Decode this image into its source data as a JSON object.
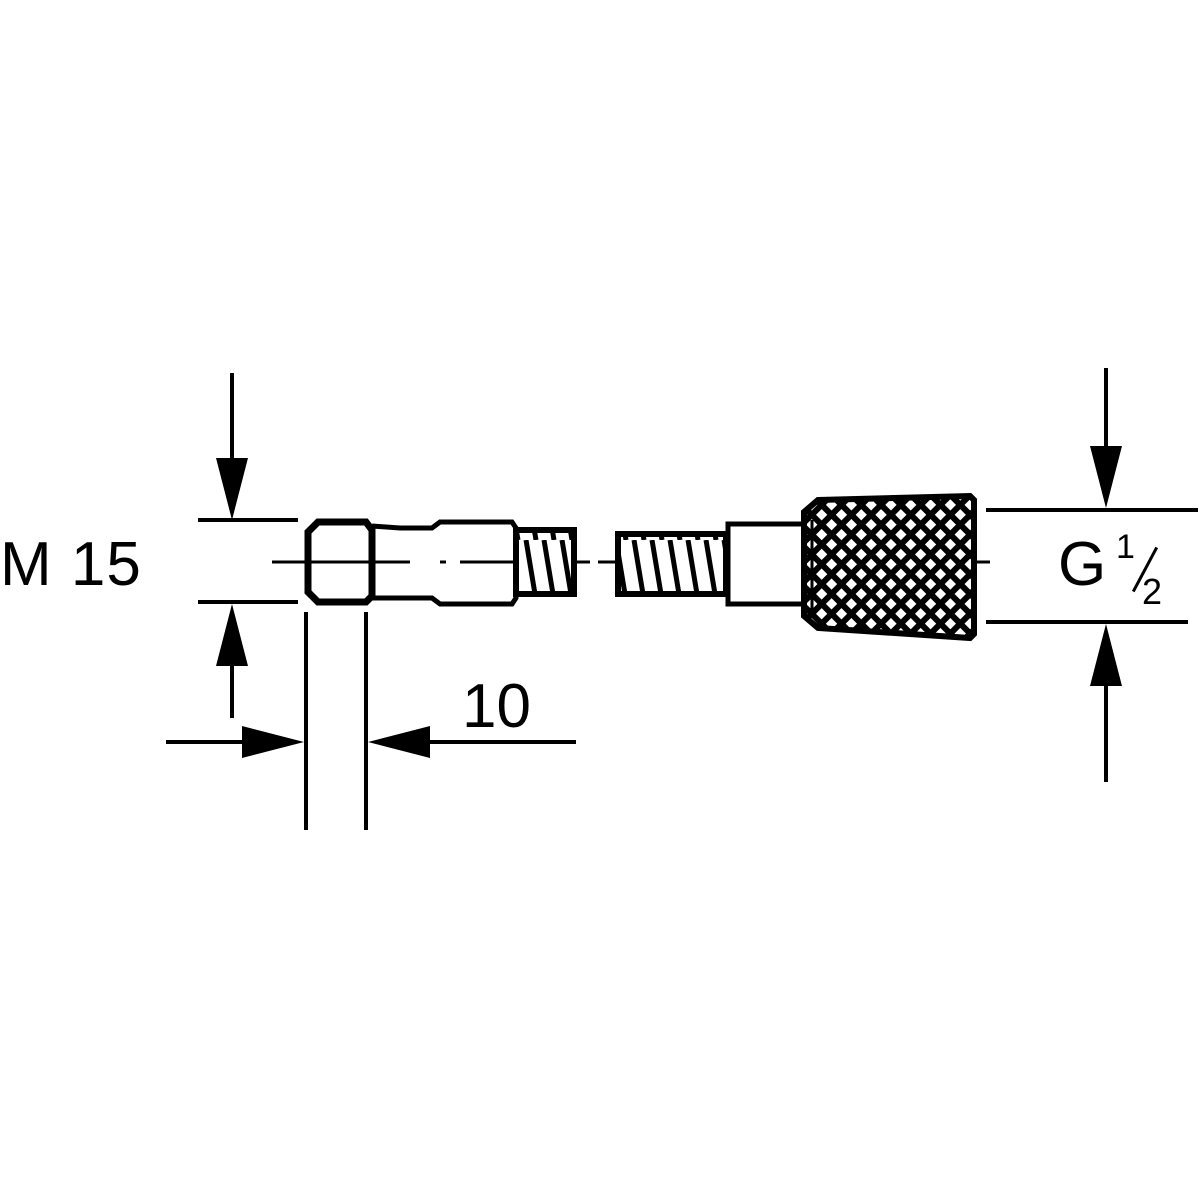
{
  "diagram": {
    "type": "technical-drawing",
    "subject": "hose connector / fitting side view with dimensions",
    "line_color": "#000000",
    "background": "#ffffff"
  },
  "dimensions": {
    "left_thread": {
      "label": "M 15",
      "orientation": "vertical"
    },
    "nut_width": {
      "label": "10",
      "orientation": "horizontal"
    },
    "right_thread": {
      "label_main": "G",
      "label_fraction_numerator": "1",
      "label_fraction_denominator": "2",
      "orientation": "vertical"
    }
  },
  "parts": [
    {
      "name": "hex-nut"
    },
    {
      "name": "sleeve"
    },
    {
      "name": "left-threaded-end"
    },
    {
      "name": "right-threaded-end"
    },
    {
      "name": "collar"
    },
    {
      "name": "knurled-nut"
    }
  ]
}
